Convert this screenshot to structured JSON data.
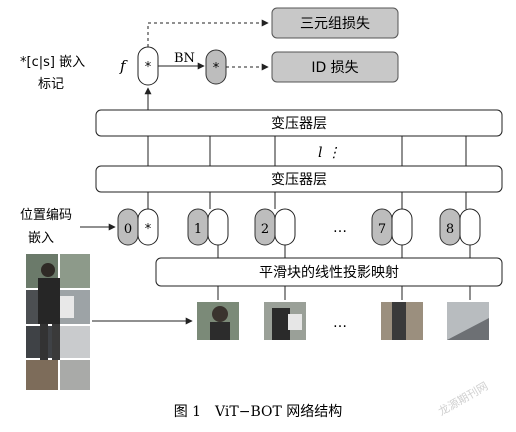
{
  "labels": {
    "embed_mark_line1": "*[c|s] 嵌入",
    "embed_mark_line2": "标记",
    "pos_enc_line1": "位置编码",
    "pos_enc_line2": "嵌入",
    "f_symbol": "f",
    "bn": "BN",
    "token_star": "*",
    "ellipsis": "…",
    "layer_ellipsis": "l ⋮"
  },
  "losses": {
    "triplet": "三元组损失",
    "id": "ID 损失"
  },
  "transformer": {
    "layer_top": "变压器层",
    "layer_bottom": "变压器层"
  },
  "projection": {
    "label": "平滑块的线性投影映射"
  },
  "tokens": [
    "0",
    "1",
    "2",
    "7",
    "8"
  ],
  "caption": "图 1　ViT−BOT 网络结构",
  "watermark": "龙源期刊网",
  "colors": {
    "gray_token": "#bdbdbd",
    "loss_box": "#c8c8c8",
    "line": "#222222"
  }
}
